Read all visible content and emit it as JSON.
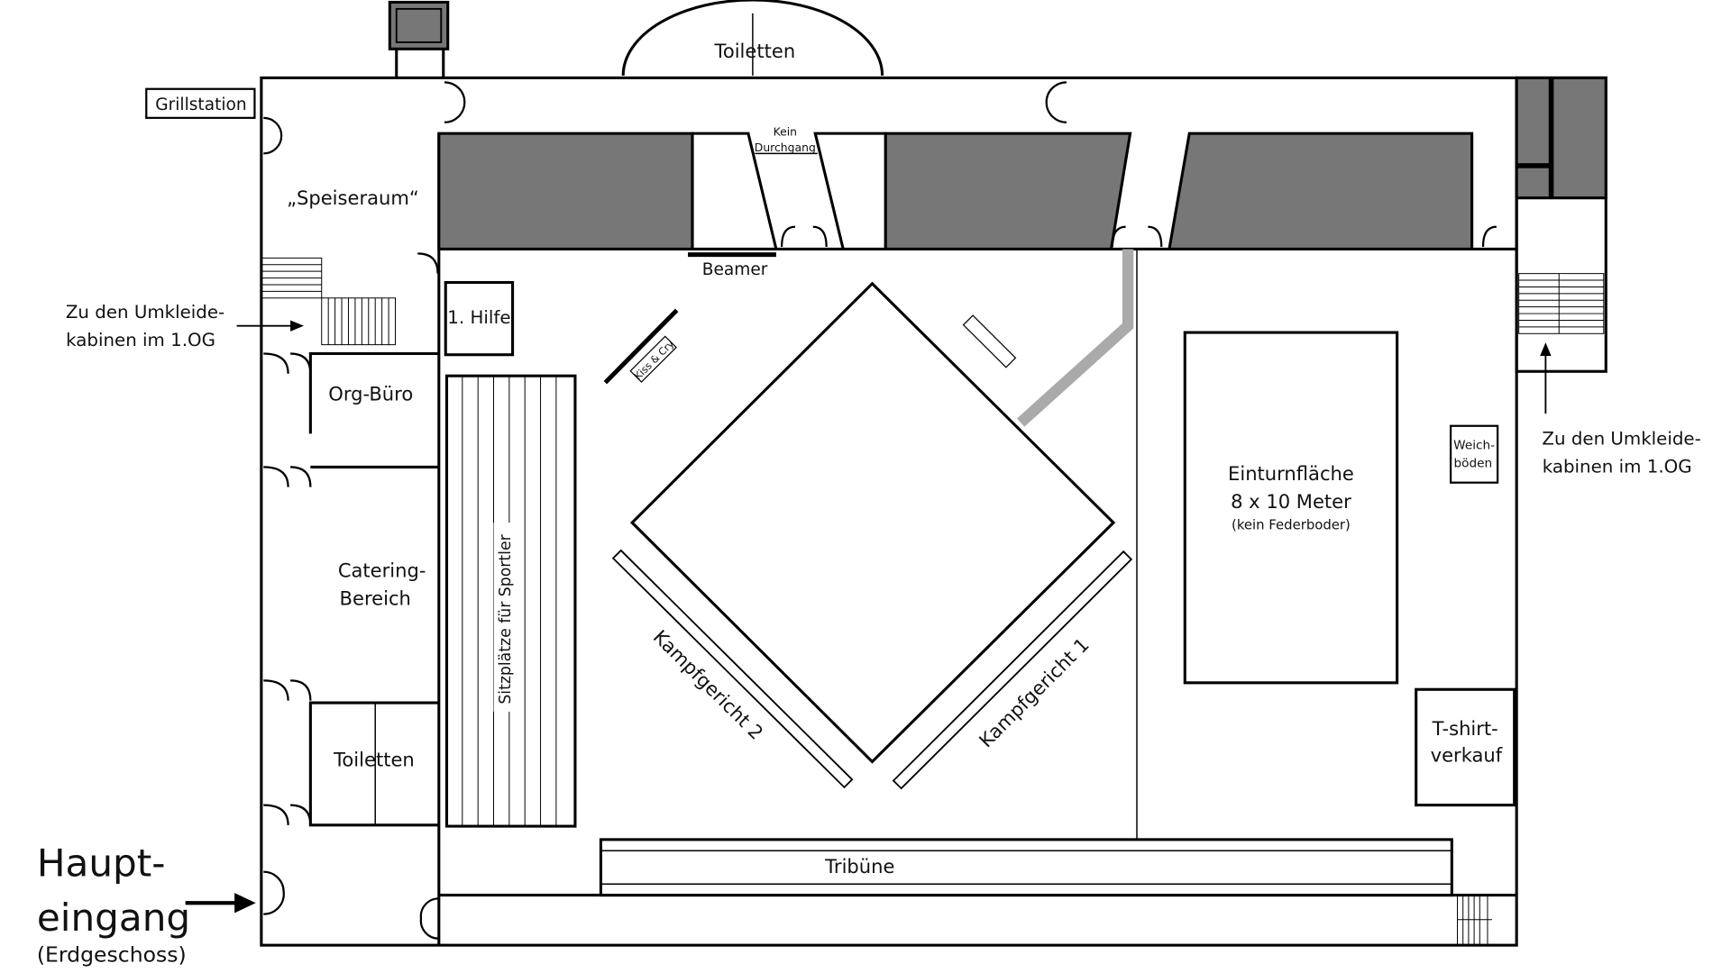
{
  "plan": {
    "grillstation": "Grillstation",
    "toiletten_top": "Toiletten",
    "speiseraum": "„Speiseraum“",
    "kein": "Kein",
    "durchgang": "Durchgang",
    "beamer": "Beamer",
    "erste_hilfe": "1. Hilfe",
    "kiss_cry": "Kiss & Cry",
    "org_buero": "Org-Büro",
    "catering_1": "Catering-",
    "catering_2": "Bereich",
    "toiletten_left": "Toiletten",
    "sitzplaetze": "Sitzplätze für Sportler",
    "kampfgericht_2": "Kampfgericht 2",
    "kampfgericht_1": "Kampfgericht 1",
    "einturn_1": "Einturnfläche",
    "einturn_2": "8 x 10 Meter",
    "einturn_3": "(kein Federboder)",
    "weich_1": "Weich-",
    "weich_2": "böden",
    "tshirt_1": "T-shirt-",
    "tshirt_2": "verkauf",
    "tribuene": "Tribüne"
  },
  "labels": {
    "umkleide_left_1": "Zu den Umkleide-",
    "umkleide_left_2": "kabinen im 1.OG",
    "umkleide_right_1": "Zu den Umkleide-",
    "umkleide_right_2": "kabinen im 1.OG",
    "haupt_1": "Haupt-",
    "haupt_2": "eingang",
    "haupt_3": "(Erdgeschoss)"
  },
  "colors": {
    "wall": "#000000",
    "dark_room": "#777777",
    "path": "#aaaaaa"
  }
}
